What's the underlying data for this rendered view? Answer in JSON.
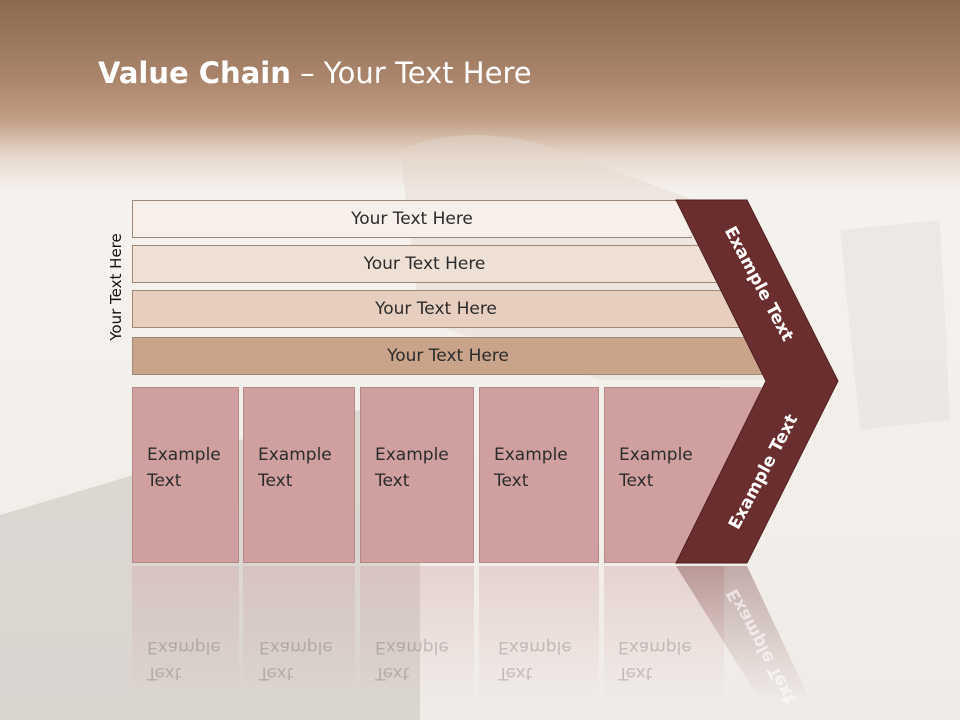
{
  "slide": {
    "title_bold": "Value Chain",
    "title_rest": " – Your Text Here",
    "side_label": "Your Text Here"
  },
  "bars": [
    {
      "label": "Your Text Here",
      "color": "#f7efea"
    },
    {
      "label": "Your Text Here",
      "color": "#efe0d5"
    },
    {
      "label": "Your Text Here",
      "color": "#e6cfbf"
    },
    {
      "label": "Your Text Here",
      "color": "#c9a38a"
    }
  ],
  "columns": [
    {
      "line1": "Example",
      "line2": "Text"
    },
    {
      "line1": "Example",
      "line2": "Text"
    },
    {
      "line1": "Example",
      "line2": "Text"
    },
    {
      "line1": "Example",
      "line2": "Text"
    },
    {
      "line1": "Example",
      "line2": "Text"
    }
  ],
  "chevron": {
    "upper_label": "Example Text",
    "lower_label": "Example Text",
    "color": "#6a2e2e"
  }
}
